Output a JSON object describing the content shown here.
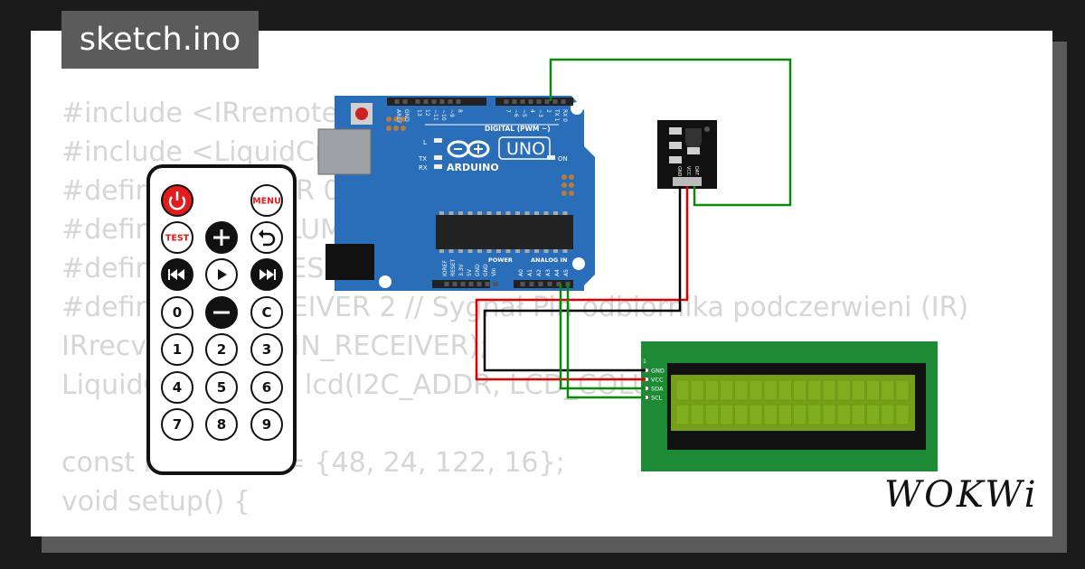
{
  "badge": {
    "filename": "sketch.ino"
  },
  "code_lines": [
    "#include <IRremote.h>",
    "#include <LiquidCrystal_I2C.h>",
    "#define I2C_ADDR 0x27",
    "#define LCD_COLUMNS 16",
    "#define LCD_LINES 2",
    "#define PIN_RECEIVER 2 // Sygnał Pin odbiornika podczerwieni (IR)",
    "IRrecv receiver(PIN_RECEIVER);",
    "LiquidCrystal_I2C lcd(I2C_ADDR, LCD_COLUMNS, LCD_LINES);",
    "",
    "const int code[] = {48, 24, 122, 16};",
    "void setup() {"
  ],
  "remote": {
    "buttons": [
      [
        "power-icon",
        "",
        "MENU"
      ],
      [
        "TEST",
        "plus-icon",
        "back-icon"
      ],
      [
        "prev-icon",
        "play-icon",
        "next-icon"
      ],
      [
        "0",
        "minus-icon",
        "C"
      ],
      [
        "1",
        "2",
        "3"
      ],
      [
        "4",
        "5",
        "6"
      ],
      [
        "7",
        "8",
        "9"
      ]
    ]
  },
  "arduino": {
    "brand": "ARDUINO",
    "model": "UNO",
    "digital_header": "DIGITAL (PWM ~)",
    "power_label": "POWER",
    "analog_label": "ANALOG IN",
    "on_label": "ON",
    "led_labels": [
      "L",
      "TX",
      "RX"
    ],
    "top_pins": [
      "AREF",
      "GND",
      "13",
      "12",
      "~11",
      "~10",
      "~9",
      "8",
      "7",
      "~6",
      "~5",
      "4",
      "~3",
      "2",
      "TX 1",
      "RX 0"
    ],
    "power_pins": [
      "IOREF",
      "RESET",
      "3.3V",
      "5V",
      "GND",
      "GND",
      "Vin"
    ],
    "analog_pins": [
      "A0",
      "A1",
      "A2",
      "A3",
      "A4",
      "A5"
    ]
  },
  "ir_receiver": {
    "pins": [
      "GND",
      "VCC",
      "DAT"
    ]
  },
  "lcd": {
    "pin1": "1",
    "pins": [
      "GND",
      "VCC",
      "SDA",
      "SCL"
    ]
  },
  "colors": {
    "wire_green": "#0a8a0a",
    "wire_red": "#e00000",
    "wire_black": "#000000",
    "board": "#2a6db8",
    "lcd_pcb": "#1d8a35",
    "lcd_screen": "#73a018"
  },
  "logo": {
    "text": "WOKWi"
  }
}
